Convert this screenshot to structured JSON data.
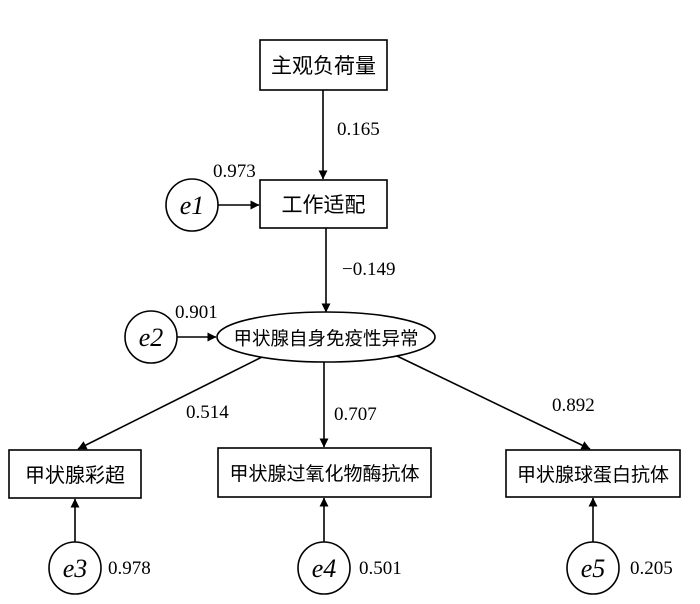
{
  "nodes": {
    "subjective_load": "主观负荷量",
    "work_fit": "工作适配",
    "thyroid_autoimmune": "甲状腺自身免疫性异常",
    "thyroid_ultrasound": "甲状腺彩超",
    "tpo_antibody": "甲状腺过氧化物酶抗体",
    "tg_antibody": "甲状腺球蛋白抗体"
  },
  "errors": {
    "e1": {
      "name": "e1",
      "value": "0.973"
    },
    "e2": {
      "name": "e2",
      "value": "0.901"
    },
    "e3": {
      "name": "e3",
      "value": "0.978"
    },
    "e4": {
      "name": "e4",
      "value": "0.501"
    },
    "e5": {
      "name": "e5",
      "value": "0.205"
    }
  },
  "paths": {
    "load_to_fit": "0.165",
    "fit_to_thyroid": "−0.149",
    "thyroid_to_ultrasound": "0.514",
    "thyroid_to_tpo": "0.707",
    "thyroid_to_tg": "0.892"
  }
}
